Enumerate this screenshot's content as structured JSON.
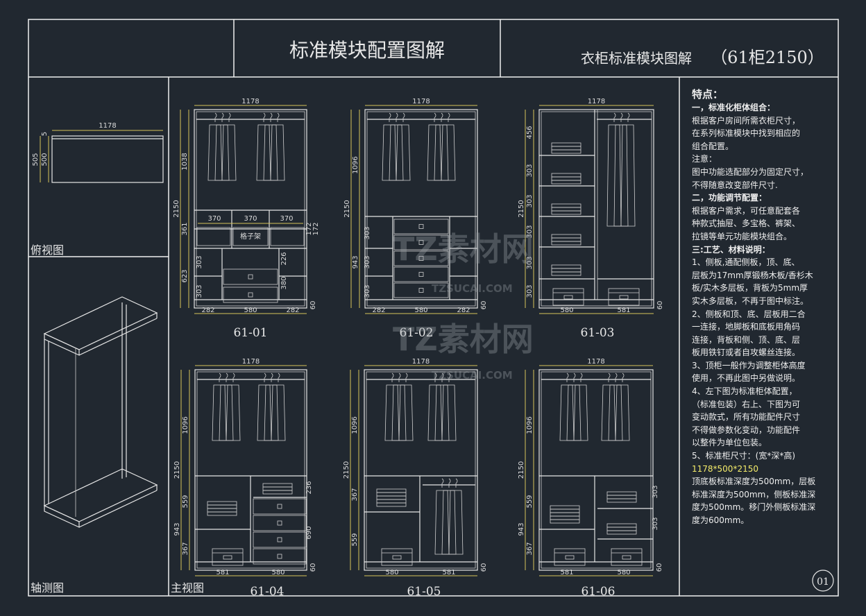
{
  "title_block": {
    "main_title": "标准模块配置图解",
    "sub_title": "衣柜标准模块图解",
    "sub_title_code": "（61柜2150）",
    "sheet_number": "01"
  },
  "view_labels": {
    "top_view": "俯视图",
    "axonometric": "轴测图",
    "front_view": "主视图"
  },
  "top_view_dims": {
    "width": "1178",
    "depth_total": "505",
    "depth_board": "500",
    "thickness": "5"
  },
  "modules": [
    {
      "code": "61-01",
      "width": "1178",
      "height": "2150",
      "upper": "1038",
      "mid_a": "361",
      "lower_a": "623",
      "small_a": "303",
      "small_b": "303",
      "drawer_w1": "370",
      "drawer_w2": "370",
      "drawer_w3": "370",
      "mid_label": "格子架",
      "right_a": "172",
      "right_b": "172",
      "right_c": "226",
      "right_d": "380",
      "base": "60",
      "bottom_l": "282",
      "bottom_m": "580",
      "bottom_r": "282"
    },
    {
      "code": "61-02",
      "width": "1178",
      "height": "2150",
      "upper": "1096",
      "mid_a": "943",
      "small_a": "303",
      "small_b": "303",
      "small_c": "303",
      "base": "60",
      "bottom_l": "282",
      "bottom_m": "580",
      "bottom_r": "282"
    },
    {
      "code": "61-03",
      "width": "1178",
      "height": "2150",
      "top_a": "456",
      "s1": "303",
      "s2": "303",
      "s3": "303",
      "s4": "303",
      "s5": "303",
      "base": "60",
      "bottom_l": "580",
      "bottom_r": "581"
    },
    {
      "code": "61-04",
      "width": "1178",
      "height": "2150",
      "upper": "1096",
      "mid_a": "559",
      "mid_b": "943",
      "low": "367",
      "right_a": "236",
      "right_b": "690",
      "base": "60",
      "bottom_l": "581",
      "bottom_r": "580"
    },
    {
      "code": "61-05",
      "width": "1178",
      "height": "2150",
      "upper": "1096",
      "mid_a": "367",
      "mid_b": "559",
      "base": "60",
      "bottom_l": "580",
      "bottom_r": "581"
    },
    {
      "code": "61-06",
      "width": "1178",
      "height": "2150",
      "upper": "1096",
      "mid_a": "559",
      "mid_b": "943",
      "low": "367",
      "right_a": "303",
      "right_b": "303",
      "base": "60",
      "bottom_l": "581",
      "bottom_r": "580"
    }
  ],
  "notes": {
    "heading": "特点：",
    "lines": [
      {
        "text": "一，标准化柜体组合：",
        "style": "sec"
      },
      {
        "text": "根据客户房间所需衣柜尺寸，",
        "style": ""
      },
      {
        "text": "在系列标准模块中找到相应的",
        "style": ""
      },
      {
        "text": "组合配置。",
        "style": ""
      },
      {
        "text": "注意：",
        "style": ""
      },
      {
        "text": "图中功能选配部分为固定尺寸，",
        "style": ""
      },
      {
        "text": "不得随意改变部件尺寸.",
        "style": ""
      },
      {
        "text": "二，功能调节配置：",
        "style": "sec"
      },
      {
        "text": "根据客户需求，可任意配套各",
        "style": ""
      },
      {
        "text": "种款式抽屉、多宝格、裤架、",
        "style": ""
      },
      {
        "text": "拉镜等单元功能模块组合。",
        "style": ""
      },
      {
        "text": "三:工艺、材料说明：",
        "style": "sec"
      },
      {
        "text": "1、侧板,通配侧板，顶、底、",
        "style": ""
      },
      {
        "text": "层板为17mm厚锻杨木板/香杉木",
        "style": ""
      },
      {
        "text": "板/实木多层板，背板为5mm厚",
        "style": ""
      },
      {
        "text": "实木多层板，不再于图中标注。",
        "style": ""
      },
      {
        "text": "2、侧板和顶、底、层板用二合",
        "style": ""
      },
      {
        "text": "一连接，地脚板和底板用角码",
        "style": ""
      },
      {
        "text": "连接，背板和侧、顶、底、层",
        "style": ""
      },
      {
        "text": "板用铁钉或者自攻螺丝连接。",
        "style": ""
      },
      {
        "text": "3、顶柜一般作为调整柜体高度",
        "style": ""
      },
      {
        "text": "使用，不再此图中另做说明。",
        "style": ""
      },
      {
        "text": "4、左下图为标准柜体配置，",
        "style": ""
      },
      {
        "text": "（标准包装）右上、下图为可",
        "style": ""
      },
      {
        "text": "变动款式，所有功能配件尺寸",
        "style": ""
      },
      {
        "text": "不得做参数化变动，功能配件",
        "style": ""
      },
      {
        "text": "以整件为单位包装。",
        "style": ""
      },
      {
        "text": "5、标准柜尺寸：(宽*深*高)",
        "style": ""
      },
      {
        "text": "1178*500*2150",
        "style": "hl"
      },
      {
        "text": "顶底板标准深度为500mm，层板",
        "style": ""
      },
      {
        "text": "标准深度为500mm，侧板标准深",
        "style": ""
      },
      {
        "text": "度为500mm。移门外侧板标准深",
        "style": ""
      },
      {
        "text": "度为600mm。",
        "style": ""
      }
    ]
  },
  "watermark": {
    "text1": "TZ素材网",
    "text2": "TZSUCAI.COM"
  },
  "colors": {
    "background": "#212830",
    "line": "#e6e6e6",
    "dimension": "#d8c35a",
    "highlight": "#f4ec6a"
  }
}
